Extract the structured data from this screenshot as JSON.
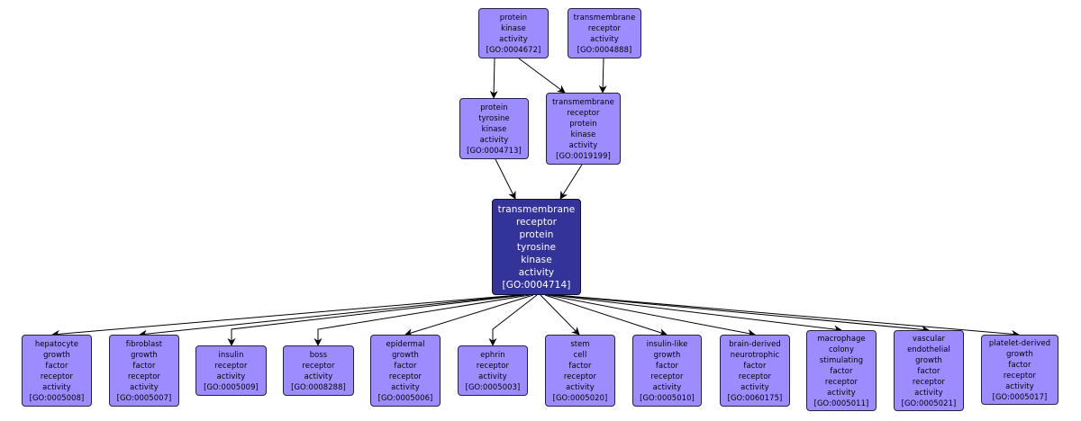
{
  "colors": {
    "term_fill": "#9d8cff",
    "focus_fill": "#333399",
    "edge": "#000000",
    "focus_text": "#ffffff"
  },
  "nodes": [
    {
      "id": "GO:0004672",
      "lines": [
        "protein",
        "kinase",
        "activity",
        "[GO:0004672]"
      ]
    },
    {
      "id": "GO:0004888",
      "lines": [
        "transmembrane",
        "receptor",
        "activity",
        "[GO:0004888]"
      ]
    },
    {
      "id": "GO:0004713",
      "lines": [
        "protein",
        "tyrosine",
        "kinase",
        "activity",
        "[GO:0004713]"
      ]
    },
    {
      "id": "GO:0019199",
      "lines": [
        "transmembrane",
        "receptor",
        "protein",
        "kinase",
        "activity",
        "[GO:0019199]"
      ]
    },
    {
      "id": "GO:0004714",
      "focus": true,
      "lines": [
        "transmembrane",
        "receptor",
        "protein",
        "tyrosine",
        "kinase",
        "activity",
        "[GO:0004714]"
      ]
    },
    {
      "id": "GO:0005008",
      "lines": [
        "hepatocyte",
        "growth",
        "factor",
        "receptor",
        "activity",
        "[GO:0005008]"
      ]
    },
    {
      "id": "GO:0005007",
      "lines": [
        "fibroblast",
        "growth",
        "factor",
        "receptor",
        "activity",
        "[GO:0005007]"
      ]
    },
    {
      "id": "GO:0005009",
      "lines": [
        "insulin",
        "receptor",
        "activity",
        "[GO:0005009]"
      ]
    },
    {
      "id": "GO:0008288",
      "lines": [
        "boss",
        "receptor",
        "activity",
        "[GO:0008288]"
      ]
    },
    {
      "id": "GO:0005006",
      "lines": [
        "epidermal",
        "growth",
        "factor",
        "receptor",
        "activity",
        "[GO:0005006]"
      ]
    },
    {
      "id": "GO:0005003",
      "lines": [
        "ephrin",
        "receptor",
        "activity",
        "[GO:0005003]"
      ]
    },
    {
      "id": "GO:0005020",
      "lines": [
        "stem",
        "cell",
        "factor",
        "receptor",
        "activity",
        "[GO:0005020]"
      ]
    },
    {
      "id": "GO:0005010",
      "lines": [
        "insulin-like",
        "growth",
        "factor",
        "receptor",
        "activity",
        "[GO:0005010]"
      ]
    },
    {
      "id": "GO:0060175",
      "lines": [
        "brain-derived",
        "neurotrophic",
        "factor",
        "receptor",
        "activity",
        "[GO:0060175]"
      ]
    },
    {
      "id": "GO:0005011",
      "lines": [
        "macrophage",
        "colony",
        "stimulating",
        "factor",
        "receptor",
        "activity",
        "[GO:0005011]"
      ]
    },
    {
      "id": "GO:0005021",
      "lines": [
        "vascular",
        "endothelial",
        "growth",
        "factor",
        "receptor",
        "activity",
        "[GO:0005021]"
      ]
    },
    {
      "id": "GO:0005017",
      "lines": [
        "platelet-derived",
        "growth",
        "factor",
        "receptor",
        "activity",
        "[GO:0005017]"
      ]
    }
  ],
  "edges": [
    {
      "from": "GO:0004672",
      "to": "GO:0004713"
    },
    {
      "from": "GO:0004672",
      "to": "GO:0019199"
    },
    {
      "from": "GO:0004888",
      "to": "GO:0019199"
    },
    {
      "from": "GO:0004713",
      "to": "GO:0004714"
    },
    {
      "from": "GO:0019199",
      "to": "GO:0004714"
    },
    {
      "from": "GO:0004714",
      "to": "GO:0005008"
    },
    {
      "from": "GO:0004714",
      "to": "GO:0005007"
    },
    {
      "from": "GO:0004714",
      "to": "GO:0005009"
    },
    {
      "from": "GO:0004714",
      "to": "GO:0008288"
    },
    {
      "from": "GO:0004714",
      "to": "GO:0005006"
    },
    {
      "from": "GO:0004714",
      "to": "GO:0005003"
    },
    {
      "from": "GO:0004714",
      "to": "GO:0005020"
    },
    {
      "from": "GO:0004714",
      "to": "GO:0005010"
    },
    {
      "from": "GO:0004714",
      "to": "GO:0060175"
    },
    {
      "from": "GO:0004714",
      "to": "GO:0005011"
    },
    {
      "from": "GO:0004714",
      "to": "GO:0005021"
    },
    {
      "from": "GO:0004714",
      "to": "GO:0005017"
    }
  ]
}
